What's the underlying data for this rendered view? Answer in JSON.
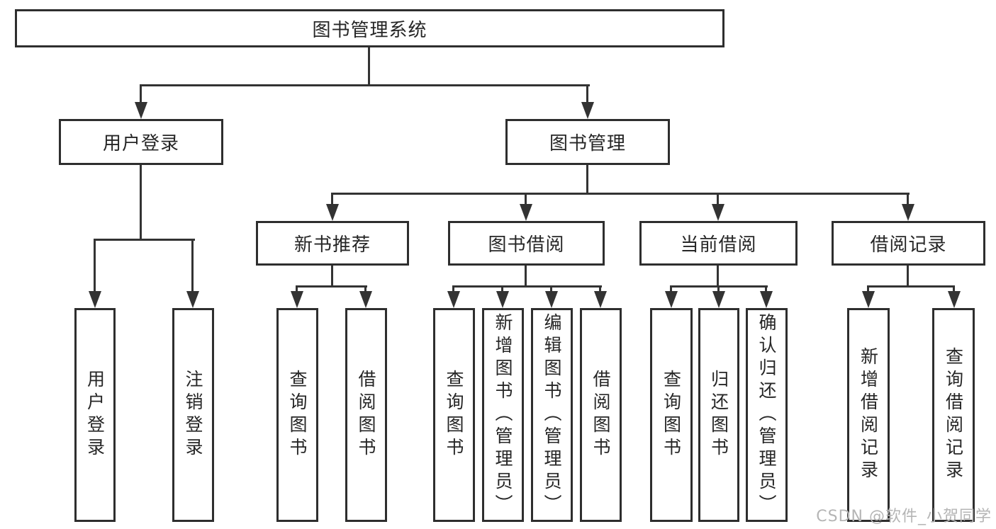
{
  "root": {
    "label": "图书管理系统"
  },
  "login": {
    "label": "用户登录",
    "children": [
      {
        "label": "用户登录"
      },
      {
        "label": "注销登录"
      }
    ]
  },
  "management": {
    "label": "图书管理",
    "groups": [
      {
        "label": "新书推荐",
        "children": [
          {
            "label": "查询图书"
          },
          {
            "label": "借阅图书"
          }
        ]
      },
      {
        "label": "图书借阅",
        "children": [
          {
            "label": "查询图书"
          },
          {
            "label": "新增图书（管理员）"
          },
          {
            "label": "编辑图书（管理员）"
          },
          {
            "label": "借阅图书"
          }
        ]
      },
      {
        "label": "当前借阅",
        "children": [
          {
            "label": "查询图书"
          },
          {
            "label": "归还图书"
          },
          {
            "label": "确认归还（管理员）"
          }
        ]
      },
      {
        "label": "借阅记录",
        "children": [
          {
            "label": "新增借阅记录"
          },
          {
            "label": "查询借阅记录"
          }
        ]
      }
    ]
  },
  "watermark": "CSDN @软件_小贺同学",
  "colors": {
    "line": "#333333",
    "border": "#2e2e2e",
    "text": "#262626",
    "watermark": "#b5b5b5",
    "background": "#ffffff"
  }
}
